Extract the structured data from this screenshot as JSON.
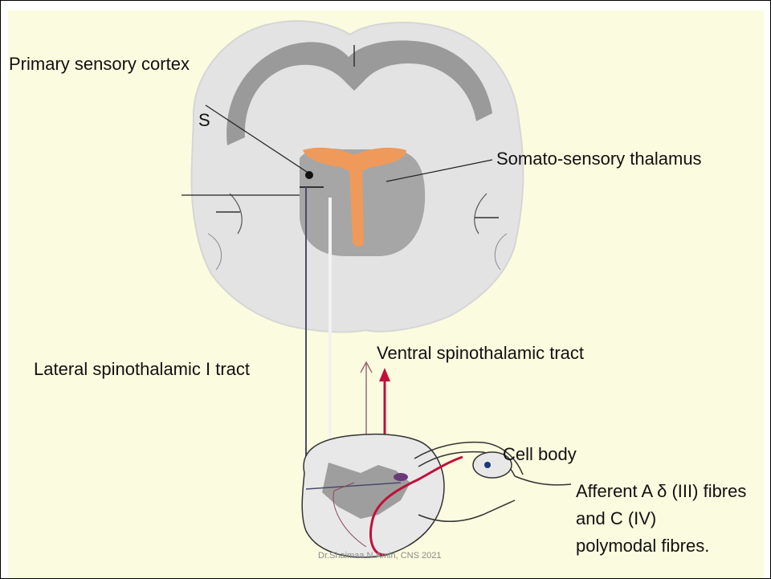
{
  "labels": {
    "primary_sensory_cortex": "Primary sensory cortex",
    "s": "S",
    "somato_sensory_thalamus": "Somato-sensory thalamus",
    "lateral_spinothalamic": "Lateral spinothalamic I tract",
    "ventral_spinothalamic": "Ventral spinothalamic tract",
    "cell_body": "Cell body",
    "afferent_line1": "Afferent A δ (III) fibres",
    "afferent_line2": "and C (IV)",
    "afferent_line3": "polymodal fibres."
  },
  "footer": "Dr.Shaimaa N.Amin, CNS 2021",
  "colors": {
    "panel_background": "#fbfbdf",
    "brain_fill": "#e3e3e3",
    "cortex_fill": "#9a9a9a",
    "thalamus_fill": "#a6a6a6",
    "ventricle": "#ef9a5a",
    "lateral_tract": "#4a4a6a",
    "ventral_tract": "#c0103a",
    "ventral_tract_thin": "#8a4a5a",
    "cell_body": "#1a3a7a",
    "synapse": "#6a3a7a"
  }
}
